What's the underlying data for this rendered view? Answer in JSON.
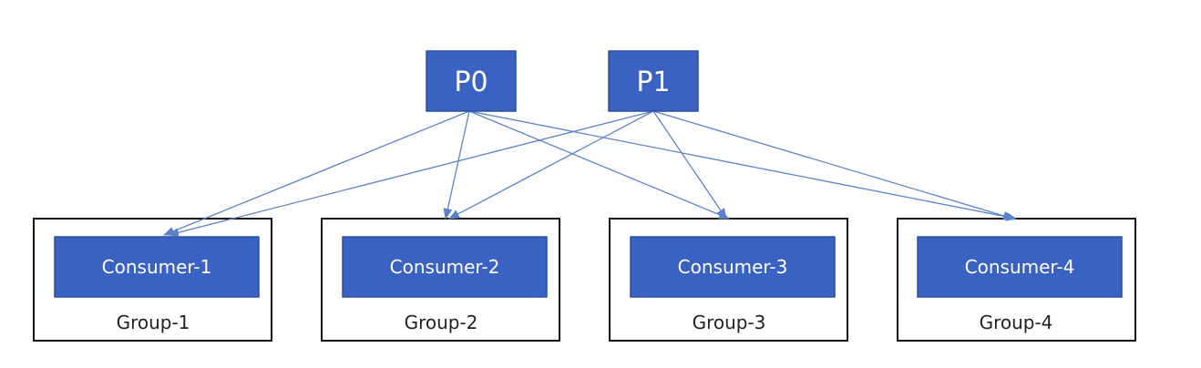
{
  "colors": {
    "node_fill": "#3a62c2",
    "node_stroke": "#2c4f9e",
    "edge": "#5b82c8",
    "group_border": "#111111",
    "text_light": "#ffffff",
    "text_dark": "#222222"
  },
  "partitions": [
    {
      "id": "P0",
      "label": "P0"
    },
    {
      "id": "P1",
      "label": "P1"
    }
  ],
  "groups": [
    {
      "id": "g1",
      "label": "Group-1",
      "consumer": {
        "id": "c1",
        "label": "Consumer-1"
      }
    },
    {
      "id": "g2",
      "label": "Group-2",
      "consumer": {
        "id": "c2",
        "label": "Consumer-2"
      }
    },
    {
      "id": "g3",
      "label": "Group-3",
      "consumer": {
        "id": "c3",
        "label": "Consumer-3"
      }
    },
    {
      "id": "g4",
      "label": "Group-4",
      "consumer": {
        "id": "c4",
        "label": "Consumer-4"
      }
    }
  ],
  "edges": [
    {
      "from": "P0",
      "to": "c1"
    },
    {
      "from": "P0",
      "to": "c2"
    },
    {
      "from": "P0",
      "to": "c3"
    },
    {
      "from": "P0",
      "to": "c4"
    },
    {
      "from": "P1",
      "to": "c1"
    },
    {
      "from": "P1",
      "to": "c2"
    },
    {
      "from": "P1",
      "to": "c3"
    },
    {
      "from": "P1",
      "to": "c4"
    }
  ]
}
